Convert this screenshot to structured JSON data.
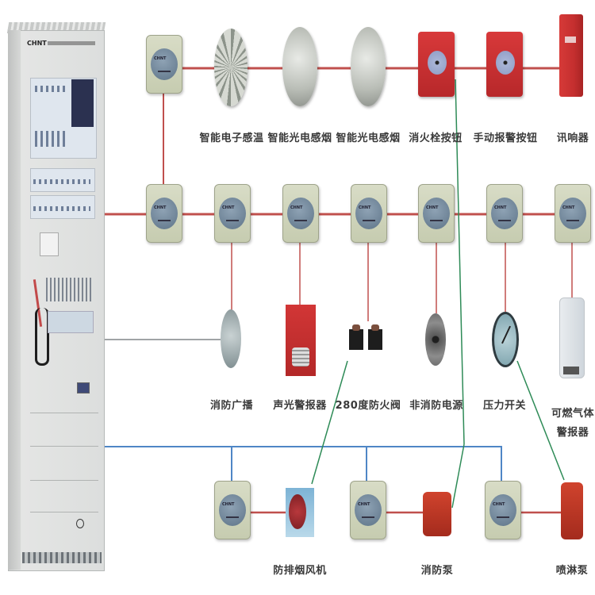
{
  "diagram": {
    "title": "Fire alarm system architecture",
    "controller": {
      "brand": "CHNT",
      "description": "Fire alarm control cabinet"
    },
    "colors": {
      "loop_bus": "#c0504d",
      "broadcast_line": "#a0a4a6",
      "linkage_bus": "#4f86c6",
      "control_link": "#2e8b57"
    },
    "row1_devices": [
      {
        "id": "heat-detector",
        "label": "智能电子感温"
      },
      {
        "id": "smoke-detector-1",
        "label": "智能光电感烟"
      },
      {
        "id": "smoke-detector-2",
        "label": "智能光电感烟"
      },
      {
        "id": "hydrant-button",
        "label": "消火栓按钮"
      },
      {
        "id": "manual-alarm-button",
        "label": "手动报警按钮"
      },
      {
        "id": "sounder",
        "label": "讯响器"
      }
    ],
    "row3_devices": [
      {
        "id": "fire-broadcast",
        "label": "消防广播"
      },
      {
        "id": "strobe-alarm",
        "label": "声光警报器"
      },
      {
        "id": "fire-damper",
        "label": "280度防火阀"
      },
      {
        "id": "non-fire-power",
        "label": "非消防电源"
      },
      {
        "id": "pressure-switch",
        "label": "压力开关"
      },
      {
        "id": "gas-detector",
        "label": "可燃气体警报器"
      }
    ],
    "row4_devices": [
      {
        "id": "smoke-exhaust-fan",
        "label": "防排烟风机"
      },
      {
        "id": "fire-pump",
        "label": "消防泵"
      },
      {
        "id": "sprinkler-pump",
        "label": "喷淋泵"
      }
    ],
    "gas_detector_lines": [
      "可燃气体",
      "警报器"
    ]
  }
}
